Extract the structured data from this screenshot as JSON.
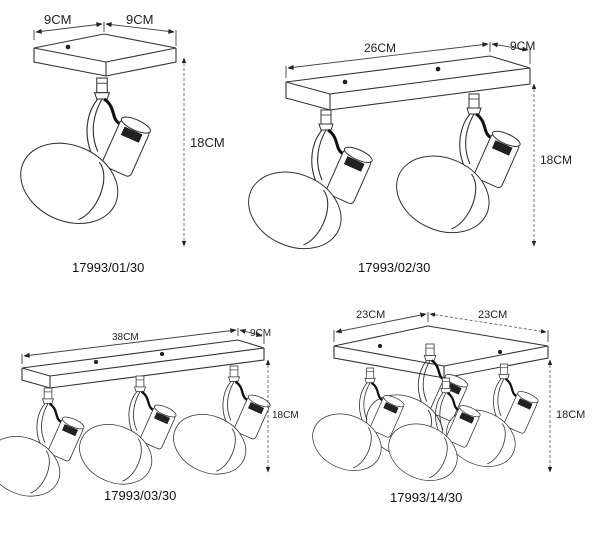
{
  "products": [
    {
      "code": "17993/01/30",
      "dims": [
        "9CM",
        "9CM",
        "18CM"
      ]
    },
    {
      "code": "17993/02/30",
      "dims": [
        "26CM",
        "9CM",
        "18CM"
      ]
    },
    {
      "code": "17993/03/30",
      "dims": [
        "38CM",
        "9CM",
        "18CM"
      ]
    },
    {
      "code": "17993/14/30",
      "dims": [
        "23CM",
        "23CM",
        "18CM"
      ]
    }
  ]
}
